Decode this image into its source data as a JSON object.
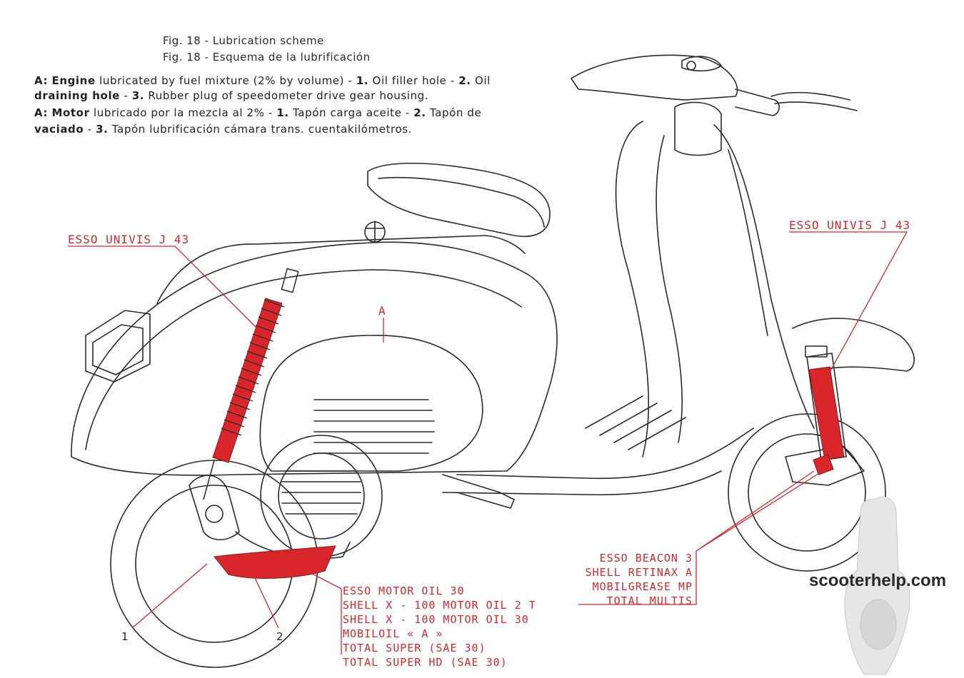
{
  "figure": {
    "caption_en": "Fig. 18 - Lubrication scheme",
    "caption_es": "Fig. 18 - Esquema de la lubrificación"
  },
  "legend_en": {
    "key": "A:",
    "part1": "Engine",
    "part2": " lubricated by fuel mixture (2% by volume) - ",
    "n1": "1.",
    "p1": " Oil filler hole - ",
    "n2": "2.",
    "p2": " Oil",
    "line2_bold": "draining hole",
    "line2_sep": " - ",
    "n3": "3.",
    "p3": " Rubber plug of speedometer drive gear housing."
  },
  "legend_es": {
    "key": "A:",
    "part1": "Motor",
    "part2": " lubricado por la mezcla al 2% - ",
    "n1": "1.",
    "p1": " Tapón carga aceite - ",
    "n2": "2.",
    "p2": " Tapón de",
    "line2_bold": "vaciado",
    "line2_sep": " - ",
    "n3": "3.",
    "p3": " Tapón lubrificación cámara trans. cuentakilómetros."
  },
  "labels": {
    "rear_shock": "ESSO UNIVIS J 43",
    "front_shock": "ESSO UNIVIS J 43",
    "engine": "A",
    "callout_1": "1",
    "callout_2": "2"
  },
  "engine_oils": [
    "ESSO MOTOR OIL 30",
    "SHELL X - 100 MOTOR OIL 2 T",
    "SHELL X - 100 MOTOR OIL 30",
    "MOBILOIL « A »",
    "TOTAL SUPER (SAE 30)",
    "TOTAL SUPER HD (SAE 30)"
  ],
  "hub_greases": [
    "ESSO BEACON 3",
    "SHELL RETINAX A",
    "MOBILGREASE MP",
    "TOTAL MULTIS"
  ],
  "watermark": "scooterhelp.com",
  "colors": {
    "lubricant": "#d8262b",
    "ink": "#2a2a2a"
  }
}
